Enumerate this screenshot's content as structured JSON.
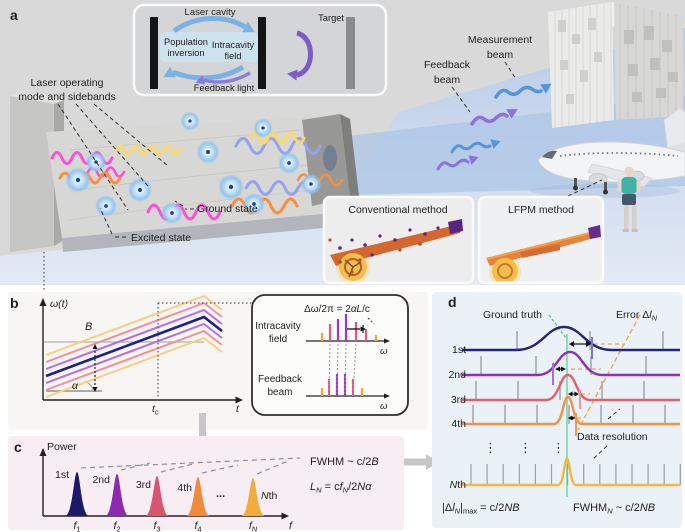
{
  "colors": {
    "order_1": "#1d1966",
    "order_2": "#8c2bb2",
    "order_3": "#d9556f",
    "order_4": "#ef8a3a",
    "order_n": "#f3ab3b",
    "row_1": "#24237e",
    "row_2": "#9030b8",
    "row_3": "#e2606e",
    "row_4": "#f29148",
    "row_n": "#f6b83e",
    "ground_truth_line": "#8fdcb8",
    "error_line": "#f0a84a"
  },
  "panel_labels": {
    "a": "a",
    "b": "b",
    "c": "c",
    "d": "d"
  },
  "panel_a": {
    "inset": {
      "title": "Laser cavity",
      "population_line1": "Population",
      "population_line2": "inversion",
      "intracavity_line1": "Intracavity",
      "intracavity_line2": "field",
      "feedback_light": "Feedback light",
      "target": "Target"
    },
    "mode_label_line1": "Laser operating",
    "mode_label_line2": "mode and sidebands",
    "ground_state": "Ground state",
    "excited_state": "Excited state",
    "measurement_beam_line1": "Measurement",
    "measurement_beam_line2": "beam",
    "feedback_beam_line1": "Feedback",
    "feedback_beam_line2": "beam",
    "conventional_title": "Conventional method",
    "lfpm_title": "LFPM method"
  },
  "panel_b": {
    "y_axis_label": "ω(t)",
    "x_axis_label": "t",
    "bandwidth": "B",
    "alpha": "α",
    "tc_base": "t",
    "tc_sub": "c",
    "inset": {
      "formula_p1": "Δω/2π = 2",
      "formula_p2": "αL",
      "formula_p3": "/c",
      "intracavity_line1": "Intracavity",
      "intracavity_line2": "field",
      "feedback_line1": "Feedback",
      "feedback_line2": "beam",
      "omega_top": "ω",
      "omega_bottom": "ω"
    }
  },
  "panel_c": {
    "power_label": "Power",
    "x_axis_label": "f",
    "orders": [
      "1st",
      "2nd",
      "3rd",
      "4th"
    ],
    "nth_base": "N",
    "nth_suffix": "th",
    "dots": "...",
    "freq_base": "f",
    "freq_subs": [
      "1",
      "2",
      "3",
      "4",
      "N"
    ],
    "fwhm_p1": "FWHM ~ c/2",
    "fwhm_p2": "B",
    "ln_p1": "L",
    "ln_s1": "N",
    "ln_p2": " = c",
    "ln_p3": "f",
    "ln_s2": "N",
    "ln_p4": "/2",
    "ln_p5": "Nα"
  },
  "panel_d": {
    "ground_truth": "Ground truth",
    "error_p1": "Error Δ",
    "error_p2": "l",
    "error_sub": "N",
    "orders": [
      "1st",
      "2nd",
      "3rd",
      "4th"
    ],
    "nth_base": "N",
    "nth_suffix": "th",
    "dots": "⋮",
    "data_resolution": "Data resolution",
    "f1_p1": "|Δ",
    "f1_p2": "l",
    "f1_s1": "N",
    "f1_p3": "|",
    "f1_s2": "max",
    "f1_p4": " = c/2",
    "f1_p5": "NB",
    "f2_p1": "FWHM",
    "f2_s1": "N",
    "f2_p2": " ~ c/2",
    "f2_p3": "NB"
  }
}
